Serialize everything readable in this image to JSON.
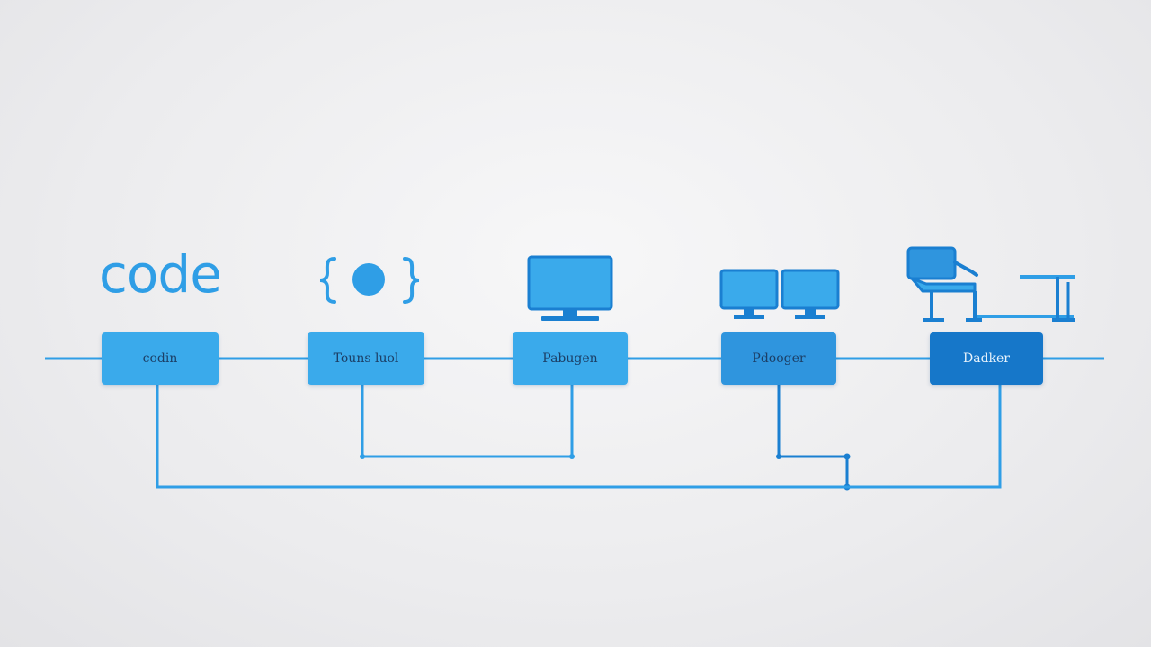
{
  "colors": {
    "line": "#2f9ee6",
    "line_dark": "#1a7fd1",
    "box": "#3aaaeb",
    "box_mid": "#2f95de",
    "box_dark": "#1677c9",
    "box_text": "#1c3f66",
    "box_text_dark": "#e8f3fc"
  },
  "header": {
    "code_word": "code"
  },
  "stages": [
    {
      "label": "codin",
      "icon": "none"
    },
    {
      "label": "Touns luol",
      "icon": "braces-dot-icon"
    },
    {
      "label": "Pabugen",
      "icon": "monitor-icon"
    },
    {
      "label": "Pdooger",
      "icon": "dual-monitor-icon"
    },
    {
      "label": "Dadker",
      "icon": "desk-chair-icon"
    }
  ]
}
